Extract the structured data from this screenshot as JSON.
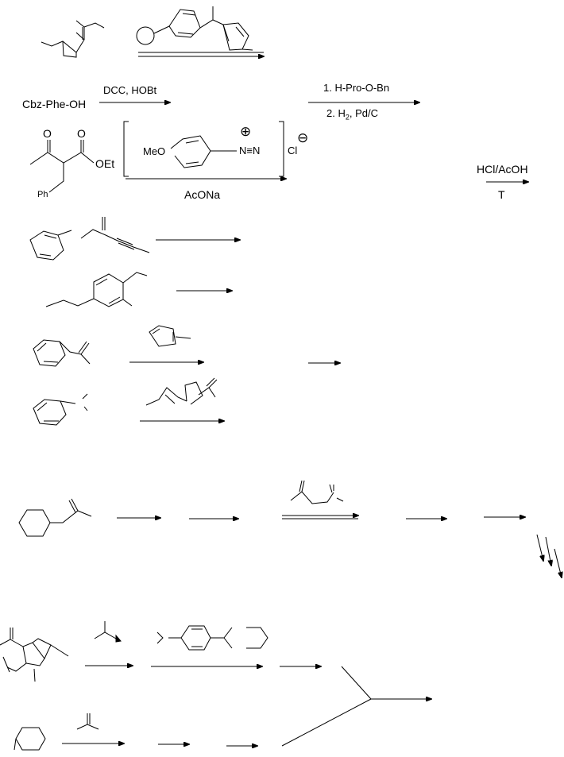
{
  "scheme": {
    "coupling": {
      "reactant": "Cbz-Phe-OH",
      "reagents_step1": "DCC, HOBt",
      "step_a": "1. H-Pro-O-Bn",
      "step_b_prefix": "2. H",
      "step_b_sub": "2",
      "step_b_suffix": ", Pd/C"
    },
    "japp_klingemann": {
      "carbonyl_o1": "O",
      "carbonyl_o2": "O",
      "ester": "OEt",
      "ph": "Ph",
      "methoxy": "MeO",
      "diazonium": "N≡N",
      "plus": "⊕",
      "chloride": "Cl",
      "minus": "⊖",
      "base": "AcONa",
      "acid": "HCl/AcOH",
      "heat": "T"
    }
  },
  "colors": {
    "ink": "#000000",
    "background": "#ffffff"
  }
}
